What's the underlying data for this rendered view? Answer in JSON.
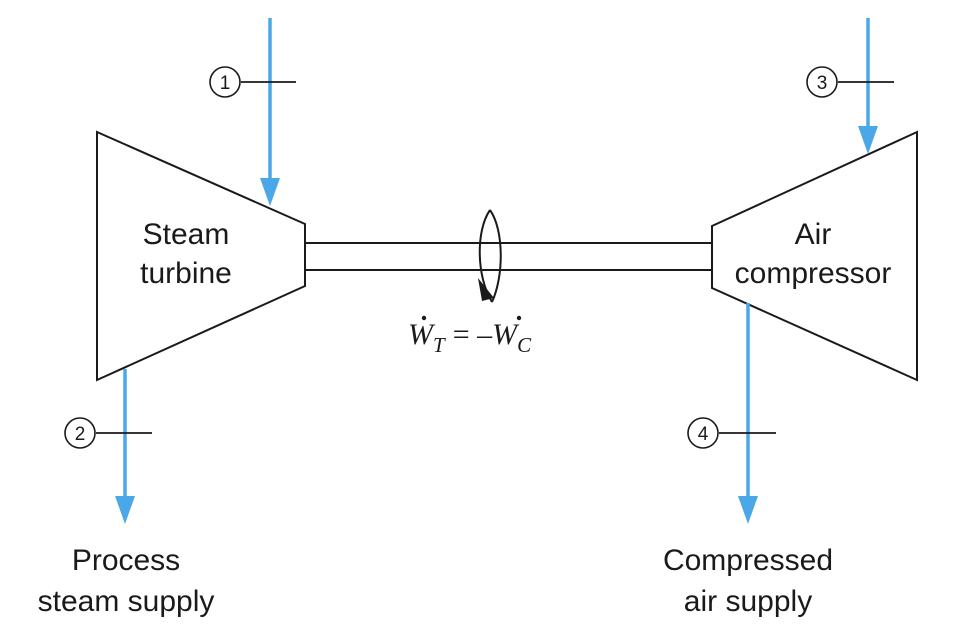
{
  "components": {
    "turbine": {
      "line1": "Steam",
      "line2": "turbine"
    },
    "compressor": {
      "line1": "Air",
      "line2": "compressor"
    }
  },
  "states": {
    "s1": "1",
    "s2": "2",
    "s3": "3",
    "s4": "4"
  },
  "outputs": {
    "steam": {
      "line1": "Process",
      "line2": "steam supply"
    },
    "air": {
      "line1": "Compressed",
      "line2": "air supply"
    }
  },
  "equation": {
    "lhs_symbol": "W",
    "lhs_sub": "T",
    "operator": "= –",
    "rhs_symbol": "W",
    "rhs_sub": "C"
  },
  "colors": {
    "flow": "#4aa8e8",
    "stroke": "#1a1a1a"
  }
}
